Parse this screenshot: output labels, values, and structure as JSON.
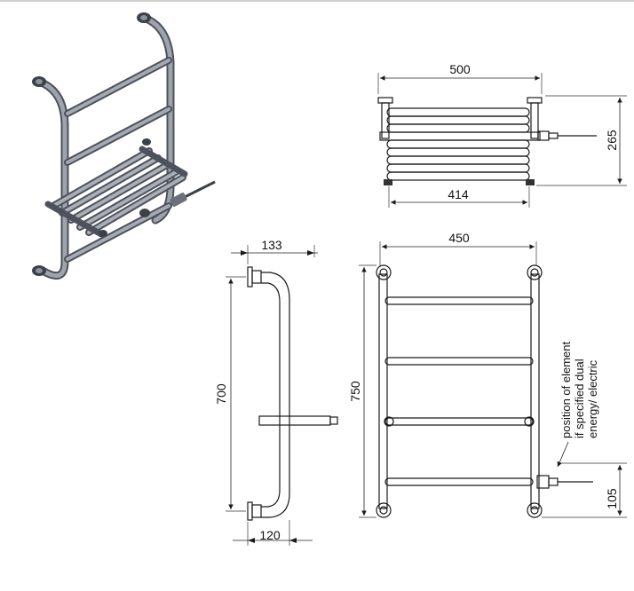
{
  "dimensions": {
    "top_width": "500",
    "top_height": "265",
    "top_inner_width": "414",
    "side_depth": "133",
    "side_height": "700",
    "side_base": "120",
    "front_width": "450",
    "front_height": "750",
    "element_height": "105"
  },
  "note": {
    "line1": "position of element",
    "line2": "if specified dual",
    "line3": "energy/ electric"
  },
  "colors": {
    "line": "#1a1a1a",
    "rail_fill": "#8a8f99",
    "rail_dark": "#4d525c"
  }
}
